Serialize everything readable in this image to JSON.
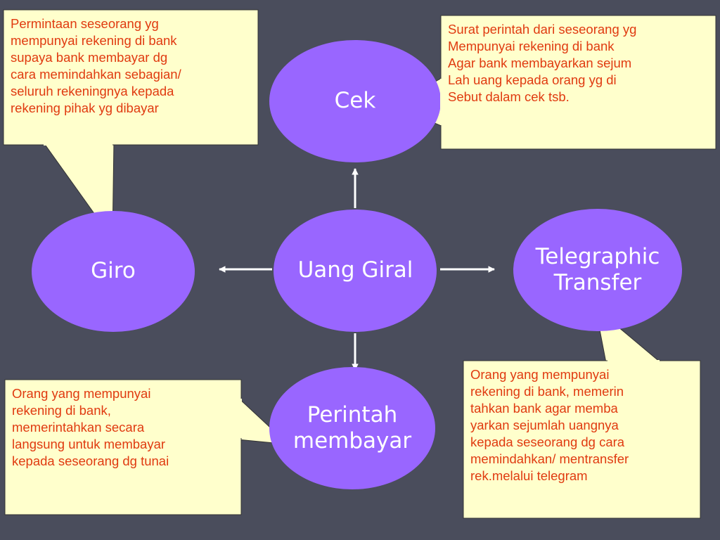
{
  "colors": {
    "background": "#4a4d5c",
    "node_fill": "#9966ff",
    "node_text": "#ffffff",
    "note_fill": "#ffffcc",
    "note_text": "#e03a10",
    "arrow": "#ffffff"
  },
  "nodes": {
    "center": "Uang Giral",
    "top": "Cek",
    "left": "Giro",
    "right": "Telegraphic\nTransfer",
    "bottom": "Perintah\nmembayar"
  },
  "notes": {
    "giro": "Permintaan seseorang yg\nmempunyai rekening di bank\nsupaya bank membayar dg\ncara memindahkan sebagian/\nseluruh rekeningnya kepada\nrekening pihak yg dibayar",
    "cek": "Surat perintah dari seseorang yg\nMempunyai rekening di bank\nAgar bank membayarkan sejum\nLah uang kepada orang yg di\nSebut dalam cek tsb.",
    "perintah": "Orang yang mempunyai\nrekening di bank,\nmemerintahkan secara\nlangsung untuk membayar\nkepada seseorang dg tunai",
    "telegraphic": "Orang yang mempunyai\nrekening di bank, memerin\ntahkan bank agar memba\nyarkan sejumlah uangnya\nkepada seseorang dg cara\nmemindahkan/ mentransfer\nrek.melalui telegram"
  }
}
